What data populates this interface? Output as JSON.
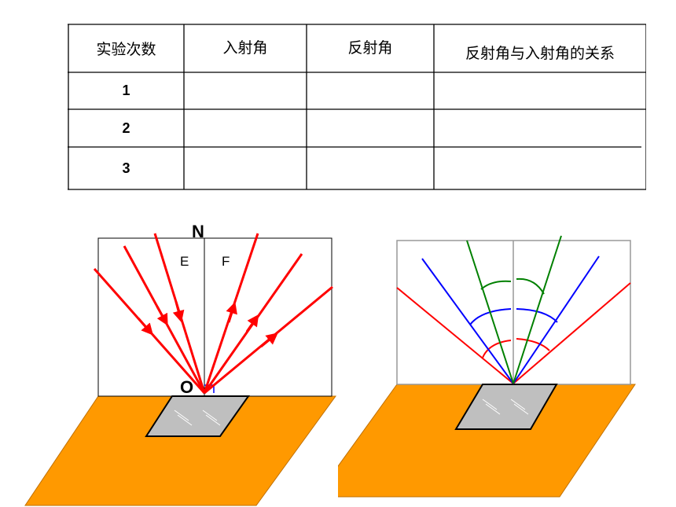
{
  "table": {
    "headers": [
      "实验次数",
      "入射角",
      "反射角",
      "反射角与入射角的关系"
    ],
    "rows": [
      [
        "1",
        "",
        "",
        ""
      ],
      [
        "2",
        "",
        "",
        ""
      ],
      [
        "3",
        "",
        "",
        ""
      ]
    ]
  },
  "left_figure": {
    "label_normal": "N",
    "label_origin": "O",
    "label_left_panel": "E",
    "label_right_panel": "F",
    "colors": {
      "ray": "#ff0000",
      "ground": "#ff9900",
      "mirror": "#bfbfbf",
      "normal_mark": "#0000ff"
    }
  },
  "right_figure": {
    "colors": {
      "ray_pair_1": "#ff0000",
      "ray_pair_2": "#0000ff",
      "ray_pair_3": "#008000",
      "ground": "#ff9900",
      "mirror": "#bfbfbf"
    }
  }
}
